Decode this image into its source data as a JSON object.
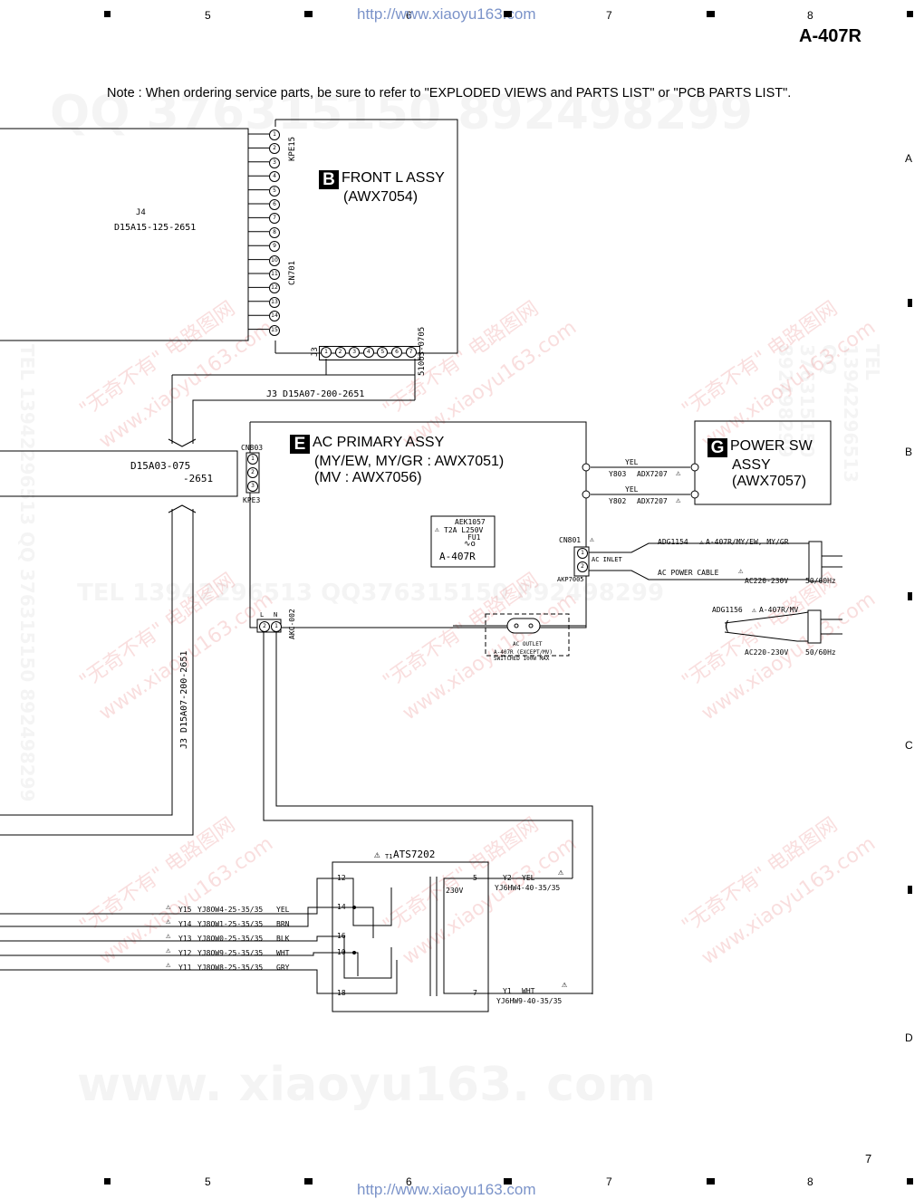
{
  "header": {
    "model": "A-407R",
    "note": "Note : When ordering service parts, be sure to refer to \"EXPLODED VIEWS and PARTS LIST\" or \"PCB PARTS LIST\".",
    "url": "http://www.xiaoyu163.com",
    "col_numbers": [
      "5",
      "6",
      "7",
      "8"
    ],
    "row_letters": [
      "A",
      "B",
      "C",
      "D"
    ],
    "page_number": "7"
  },
  "front_l_assy": {
    "badge": "B",
    "name": "FRONT L ASSY",
    "part": "(AWX7054)",
    "connector_kpe": "KPE15",
    "connector_cn": "CN701",
    "pins": [
      "1",
      "2",
      "3",
      "4",
      "5",
      "6",
      "7",
      "8",
      "9",
      "10",
      "11",
      "12",
      "13",
      "14",
      "15"
    ],
    "j3_label": "J3",
    "j3_pins": [
      "1",
      "2",
      "3",
      "4",
      "5",
      "6",
      "7"
    ],
    "j3_part": "51063-0705"
  },
  "j4_cable": {
    "label": "J4",
    "part": "D15A15-125-2651"
  },
  "j3_cable_top": {
    "label": "J3 D15A07-200-2651"
  },
  "j3_cable_vertical": {
    "label": "J3 D15A07-200-2651"
  },
  "d15a03_cable": {
    "line1": "D15A03-075",
    "line2": "-2651"
  },
  "ac_primary_assy": {
    "badge": "E",
    "name": "AC PRIMARY ASSY",
    "line2": "(MY/EW, MY/GR : AWX7051)",
    "line3": "(MV : AWX7056)",
    "cn803": "CN803",
    "kpe3": "KPE3",
    "cn803_pins": [
      "1",
      "2",
      "3"
    ],
    "fuse": {
      "part": "AEK1057",
      "rating": "T2A L250V",
      "ref": "FU1",
      "model": "A-407R"
    },
    "cn801": "CN801",
    "cn801_pins": [
      "1",
      "2"
    ],
    "ac_inlet": "AC INLET",
    "akp": "AKP7005",
    "ln_labels": [
      "L",
      "N"
    ],
    "ln_pins": [
      "2",
      "1"
    ],
    "akc": "AKC-002"
  },
  "power_sw_assy": {
    "badge": "G",
    "line1": "POWER SW",
    "line2": "ASSY",
    "line3": "(AWX7057)"
  },
  "wires": {
    "y803": {
      "color": "YEL",
      "ref": "Y803",
      "part": "ADX7207"
    },
    "y802": {
      "color": "YEL",
      "ref": "Y802",
      "part": "ADX7207"
    }
  },
  "ac_cable": {
    "part1": "ADG1154",
    "models1": "A-407R/MY/EW, MY/GR",
    "name": "AC POWER CABLE",
    "rating": "AC220-230V",
    "freq": "50/60Hz",
    "part2": "ADG1156",
    "models2": "A-407R/MV",
    "rating2": "AC220-230V",
    "freq2": "50/60Hz"
  },
  "ac_outlet": {
    "label": "AC OUTLET",
    "note1": "A-407R (EXCEPT/MV)",
    "note2": "SWITCHED 100W MAX"
  },
  "transformer": {
    "ref": "T1",
    "part": "ATS7202",
    "voltage": "230V",
    "primary_pins": [
      "12",
      "14",
      "16",
      "10",
      "18"
    ],
    "secondary_pins": [
      "5",
      "7"
    ],
    "y2": {
      "ref": "Y2",
      "color": "YEL",
      "part": "YJ6HW4-40-35/35"
    },
    "y1": {
      "ref": "Y1",
      "color": "WHT",
      "part": "YJ6HW9-40-35/35"
    }
  },
  "primary_wires": [
    {
      "ref": "Y15",
      "part": "YJ8OW4-25-35/35",
      "color": "YEL"
    },
    {
      "ref": "Y14",
      "part": "YJ8OW1-25-35/35",
      "color": "BRN"
    },
    {
      "ref": "Y13",
      "part": "YJ8OW0-25-35/35",
      "color": "BLK"
    },
    {
      "ref": "Y12",
      "part": "YJ8OW9-25-35/35",
      "color": "WHT"
    },
    {
      "ref": "Y11",
      "part": "YJ8OW8-25-35/35",
      "color": "GRY"
    }
  ],
  "watermarks": {
    "qq": "QQ 376315150   892498299",
    "tel_mid": "TEL 13942296513   QQ376315150   892498299",
    "tel_side": "TEL 13942296513  QQ 376315150  892498299",
    "bottom": "www. xiaoyu163. com",
    "cn": "\"无奇不有\" 电路图网",
    "cn_url": "www.xiaoyu163.com"
  }
}
